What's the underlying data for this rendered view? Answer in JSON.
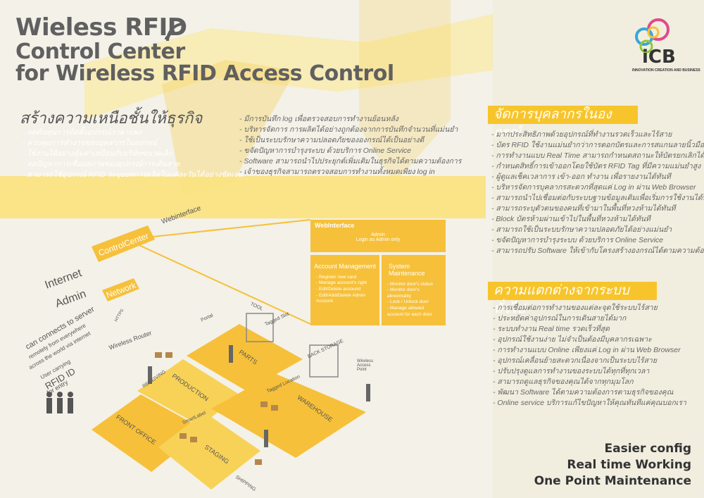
{
  "header": {
    "title_line1": "Wieless RFID",
    "title_line2": "Control Center",
    "title_line3": "for Wireless RFID Access Control"
  },
  "logo": {
    "text": "iCB",
    "subtitle": "INNOVATION CREATION AND BUSINESS"
  },
  "left_section": {
    "heading": "สร้างความเหนือชั้นให้ธุรกิจ",
    "items": [
      "ลดต้นทุนการติดตั้งอุปกรณ์ราคาแพง",
      "ควบคุมการทำงานของบุคลากรในองกรณ์",
      "ใช้งานได้อย่างคุ้มค่าเหมือนกับบริษัทขนาดเล็ก",
      "ลดปัญหาการเชื่อมสภาพของอุปกรณ์การเดินสาย",
      "สามารถใช้อุปกรณ์ RFID ระบุยอดการผลิตในแต่ละวันได้อย่างชัดเจน"
    ]
  },
  "mid_section": {
    "items": [
      "มีการบันทึก log เพื่อตรวจสอบการทำงานย้อนหลัง",
      "บริหารจัดการ การผลิตได้อย่างถูกต้องจากการบันทึกจำนวนที่แม่นยำ",
      "ใช้เป็นระบบรักษาความปลอดภัยขององกรณ์ได้เป็นอย่างดี",
      "ขจัดปัญหาการบำรุงระบบ ด้วยบริการ Online Service",
      "Software สามารถนำไปประยุกต์เพิ่มเติมในธุรกิจได้ตามความต้องการ",
      "เจ้าของธุรกิจสามารถตรวจสอบการทำงานทั้งหมดเพียง log in"
    ]
  },
  "right_section1": {
    "heading": "จัดการบุคลากรในองกรณ์",
    "items": [
      "มากประสิทธิภาพด้วยอุปกรณ์ที่ทำงานรวดเร็วและไร้สาย",
      "บัตร RFID ใช้งานแม่นยำกว่าการตอกบัตรและการสแกนลายนิ้วมือ",
      "การทำงานแบบ Real Time สามารถกำหนดสถานะให้บัตรยกเลิกได้ทันที",
      "กำหนดสิทธิ์การเข้าออกโดยใช้บัตร RFID Tag ที่มีความแม่นยำสูง",
      "ผู้ดูแลเช็คเวลาการ เข้า-ออก ทำงาน เพื่อรายงานได้ทันที",
      "บริหารจัดการบุคลากรสะดวกที่สุดแค่ Log in ผ่าน Web Browser",
      "สามารถนำไปเชื่อมต่อกับระบบฐานข้อมูลเดิมเพื่อเริ่มการใช้งานได้ทันที",
      "สามารถระบุตัวตนของคนที่เข้ามาในพื้นที่หวงห้ามได้ทันที",
      "Block บัตรห้ามผ่านเข้าไปในพื้นที่หวงห้ามได้ทันที",
      "สามารถใช้เป็นระบบรักษาความปลอดภัยได้อย่างแม่นยำ",
      "ขจัดปัญหาการบำรุงระบบ ด้วยบริการ Online Service",
      "สามารถปรับ Software ให้เข้ากับโครงสร้างองกรณ์ได้ตามความต้องการ"
    ]
  },
  "right_section2": {
    "heading": "ความแตกต่างจากระบบทั่วไป",
    "items": [
      "การเชื่อมต่อการทำงานของแต่ละจุดใช้ระบบไร้สาย",
      "ประหยัดค่าอุปกรณ์ในการเดินสายได้มาก",
      "ระบบทำงาน Real time รวดเร็วที่สุด",
      "อุปกรณ์ใช้งานง่าย ไม่จำเป็นต้องมีบุคลากรเฉพาะ",
      "การทำงานแบบ Online เพียงแค่ Log in ผ่าน Web Browser",
      "อุปกรณ์เคลื่อนย้ายสะดวกเนื่องจากเป็นระบบไร้สาย",
      "ปรับปรุงดูแลการทำงานของระบบได้ทุกที่ทุกเวลา",
      "สามารถดูแลธุรกิจของคุณได้จากทุกมุมโลก",
      "พัฒนา Software ได้ตามความต้องการตามธุรกิจของคุณ",
      "Online service บริการแก้ไขปัญหาให้คุณทันทีแค่คุณบอกเรา"
    ]
  },
  "taglines": [
    "Easier config",
    "Real time Working",
    "One Point Maintenance"
  ],
  "diagram": {
    "web_interface": {
      "title": "WebInterface",
      "admin": "Admin",
      "login": "Login as Admin only"
    },
    "account_mgmt": {
      "title": "Account Management",
      "items": [
        "Register new card",
        "Manage account's right",
        "Edit/Delete accound",
        "Edit/Add/Delete Admin Account"
      ]
    },
    "system_maint": {
      "title": "System Maintenance",
      "items": [
        "Monitor door's status",
        "Monitor door's abnormality",
        "Lock / Unlock door",
        "Manage allowed account for each door"
      ]
    },
    "labels": {
      "internet": "Internet",
      "admin": "Admin",
      "can_connect": "can connects to server",
      "remotely": "remotely from everywhere",
      "across": "across the world via internet",
      "control_center": "ControlCenter",
      "webinterface": "Webinterface",
      "network": "Network",
      "https": "HTTPS",
      "wireless_router": "Wireless Router",
      "user_carrying": "User carrying",
      "rfid_id": "RFID ID",
      "for_entry": "for entry",
      "portal": "Portal",
      "tool": "TOOL",
      "tagged_slot": "Tagged Slot",
      "parts": "PARTS",
      "receiving": "RECEIVING",
      "production": "PRODUCTION",
      "back_storage": "BACK STORAGE",
      "wireless_access": "Wireless Access Point",
      "tagged_location": "Tagged Location",
      "warehouse": "WAREHOUSE",
      "front_office": "FRONT OFFICE",
      "smart_label": "SmartLabel",
      "staging": "STAGING",
      "shipping": "SHIPPING"
    }
  },
  "colors": {
    "accent": "#f6c03a",
    "accent_light": "#fbe38a",
    "text": "#555555"
  }
}
